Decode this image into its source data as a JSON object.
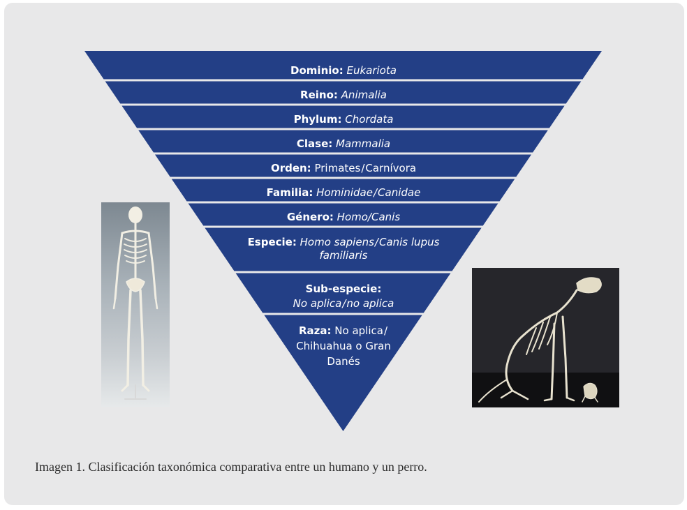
{
  "diagram": {
    "fill": "#233f86",
    "separator": "#ffffff",
    "levels": [
      {
        "label": "Dominio:",
        "value": "Eukariota",
        "value_style": "italic"
      },
      {
        "label": "Reino:",
        "value": "Animalia",
        "value_style": "italic"
      },
      {
        "label": "Phylum:",
        "value": "Chordata",
        "value_style": "italic"
      },
      {
        "label": "Clase:",
        "value": "Mammalia",
        "value_style": "italic"
      },
      {
        "label": "Orden:",
        "value": "Primates",
        "value2": "Carnívora",
        "value_style": "normal"
      },
      {
        "label": "Familia:",
        "value": "Hominidae",
        "value2": "Canidae",
        "value_style": "italic"
      },
      {
        "label": "Género:",
        "value": "Homo",
        "value2": "Canis",
        "value_style": "italic"
      },
      {
        "label": "Especie:",
        "value": "Homo sapiens",
        "value2": "Canis lupus familiaris",
        "value_style": "italic"
      },
      {
        "label": "Sub-especie:",
        "value": "No aplica",
        "value2": "no aplica",
        "value_style": "italic"
      },
      {
        "label": "Raza:",
        "value": "No aplica",
        "value2": "Chihuahua o Gran Danés",
        "value_style": "normal"
      }
    ]
  },
  "images": {
    "human": "human-skeleton",
    "dog": "dog-skeleton"
  },
  "caption": "Imagen 1. Clasificación taxonómica comparativa entre un humano y un perro."
}
